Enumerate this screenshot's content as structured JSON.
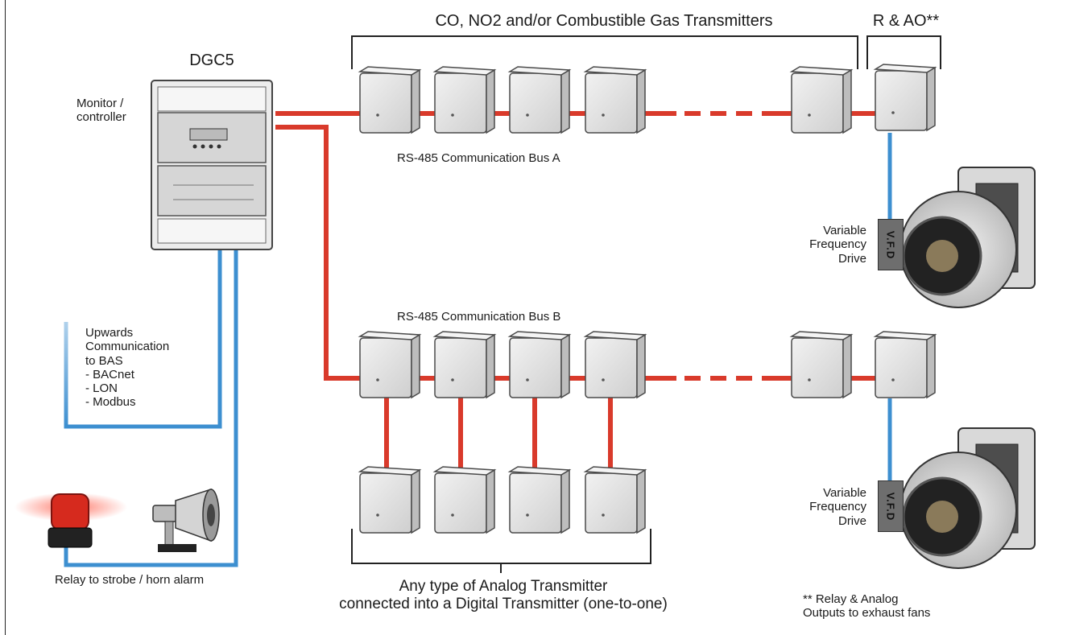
{
  "controller": {
    "title": "DGC5",
    "label": "Monitor /\ncontroller"
  },
  "bus_a": {
    "header": "CO, NO2 and/or Combustible Gas Transmitters",
    "label": "RS-485 Communication Bus A",
    "relay_header": "R & AO**"
  },
  "bus_b": {
    "label": "RS-485 Communication Bus B"
  },
  "analog": {
    "caption": "Any type of Analog Transmitter\nconnected into a Digital Transmitter (one-to-one)"
  },
  "bas": {
    "text": "Upwards\nCommunication\nto BAS\n   - BACnet\n   - LON\n   - Modbus"
  },
  "alarm": {
    "label": "Relay to strobe / horn alarm"
  },
  "vfd": {
    "label": "Variable\nFrequency\nDrive",
    "box_text": "V.F.D"
  },
  "footnote": {
    "text": "** Relay & Analog\n    Outputs to exhaust fans"
  },
  "colors": {
    "bus_wire": "#d93a2b",
    "comm_wire": "#3d8fd0",
    "box_fill": "#e3e3e3",
    "box_stroke": "#4a4a4a"
  }
}
